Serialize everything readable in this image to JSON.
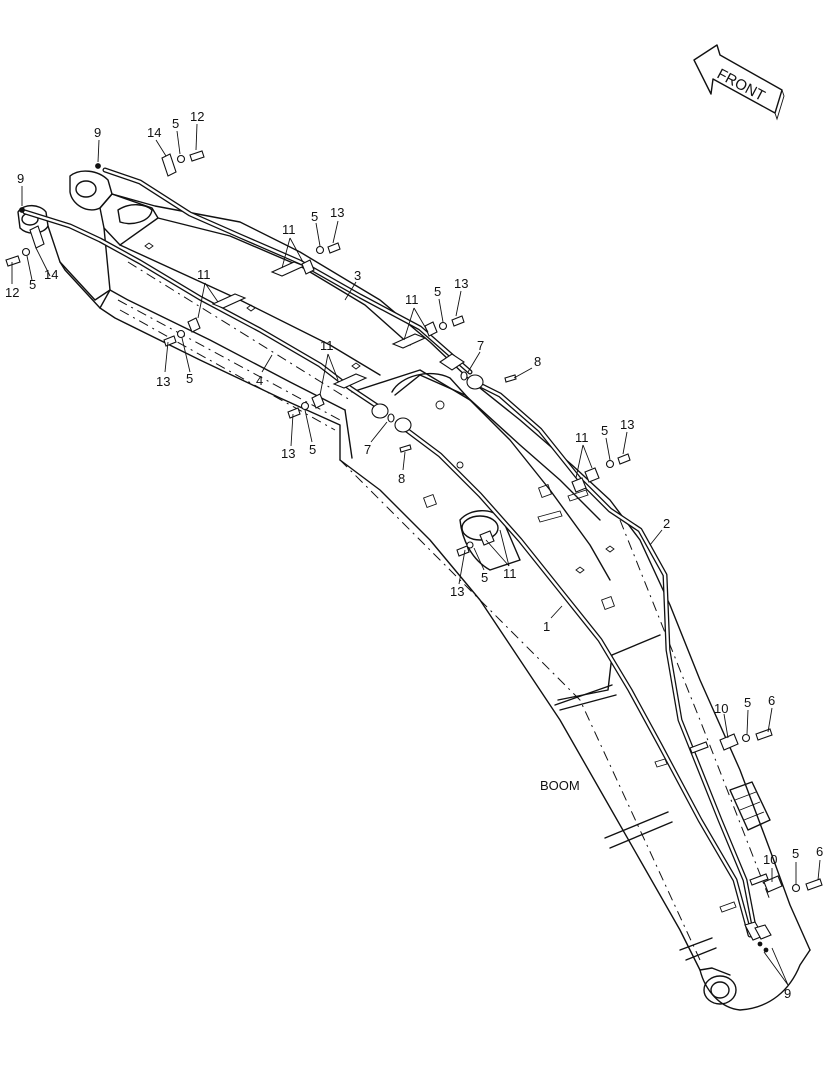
{
  "labels": {
    "front": "FRONT",
    "boom": "BOOM",
    "callouts": [
      {
        "text": "9"
      },
      {
        "text": "14"
      },
      {
        "text": "5"
      },
      {
        "text": "12"
      },
      {
        "text": "9"
      },
      {
        "text": "12"
      },
      {
        "text": "5"
      },
      {
        "text": "14"
      },
      {
        "text": "11"
      },
      {
        "text": "5"
      },
      {
        "text": "13"
      },
      {
        "text": "3"
      },
      {
        "text": "11"
      },
      {
        "text": "13"
      },
      {
        "text": "5"
      },
      {
        "text": "4"
      },
      {
        "text": "11"
      },
      {
        "text": "5"
      },
      {
        "text": "13"
      },
      {
        "text": "11"
      },
      {
        "text": "13"
      },
      {
        "text": "5"
      },
      {
        "text": "7"
      },
      {
        "text": "8"
      },
      {
        "text": "7"
      },
      {
        "text": "8"
      },
      {
        "text": "11"
      },
      {
        "text": "5"
      },
      {
        "text": "13"
      },
      {
        "text": "2"
      },
      {
        "text": "13"
      },
      {
        "text": "5"
      },
      {
        "text": "11"
      },
      {
        "text": "1"
      },
      {
        "text": "10"
      },
      {
        "text": "5"
      },
      {
        "text": "6"
      },
      {
        "text": "10"
      },
      {
        "text": "5"
      },
      {
        "text": "6"
      },
      {
        "text": "9"
      }
    ]
  },
  "colors": {
    "line": "#111111",
    "background": "#ffffff"
  }
}
